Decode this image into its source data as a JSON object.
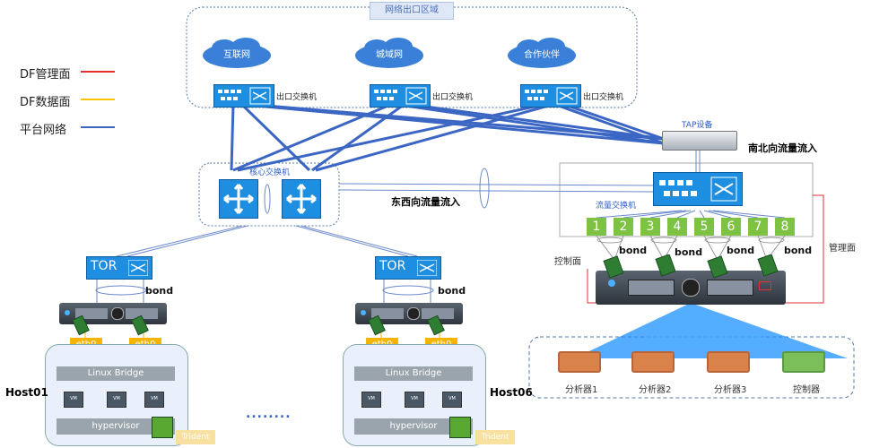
{
  "zone_title": "网络出口区域",
  "legend": [
    {
      "label": "DF管理面",
      "color": "#e03030"
    },
    {
      "label": "DF数据面",
      "color": "#f5c400"
    },
    {
      "label": "平台网络",
      "color": "#3b66c4"
    }
  ],
  "clouds": [
    "互联网",
    "城域网",
    "合作伙伴"
  ],
  "exit_switch_label": "出口交换机",
  "tap_label": "TAP设备",
  "north_south": "南北向流量流入",
  "east_west": "东西向流量流入",
  "core_switch_label": "核心交换机",
  "flow_switch_label": "流量交换机",
  "ports": [
    "1",
    "2",
    "3",
    "4",
    "5",
    "6",
    "7",
    "8"
  ],
  "bond": "bond",
  "tor": "TOR",
  "eth0": "eth0",
  "linux_bridge": "Linux Bridge",
  "vm": "VM",
  "hypervisor": "hypervisor",
  "trident": "Trident",
  "host01": "Host01",
  "host06": "Host06",
  "dots": "........",
  "control_plane": "控制面",
  "mgmt_plane": "管理面",
  "analyzers": [
    "分析器1",
    "分析器2",
    "分析器3"
  ],
  "controller": "控制器"
}
